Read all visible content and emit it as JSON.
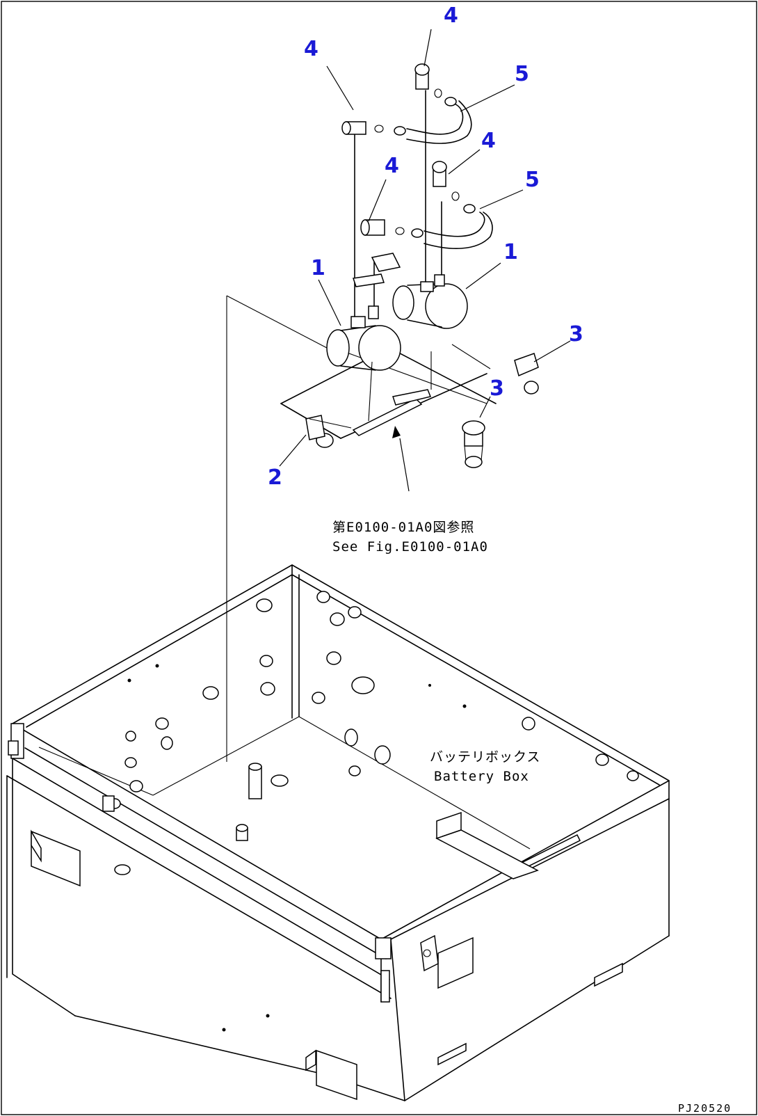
{
  "callouts": {
    "c1": "4",
    "c2": "4",
    "c3": "5",
    "c4": "4",
    "c5": "4",
    "c6": "5",
    "c7": "1",
    "c8": "1",
    "c9": "3",
    "c10": "3",
    "c11": "2"
  },
  "reference_note": {
    "line1": "第E0100-01A0図参照",
    "line2": "See Fig.E0100-01A0"
  },
  "battery_box_label": {
    "line1": "バッテリボックス",
    "line2": "Battery Box"
  },
  "drawing_code": "PJ20520"
}
